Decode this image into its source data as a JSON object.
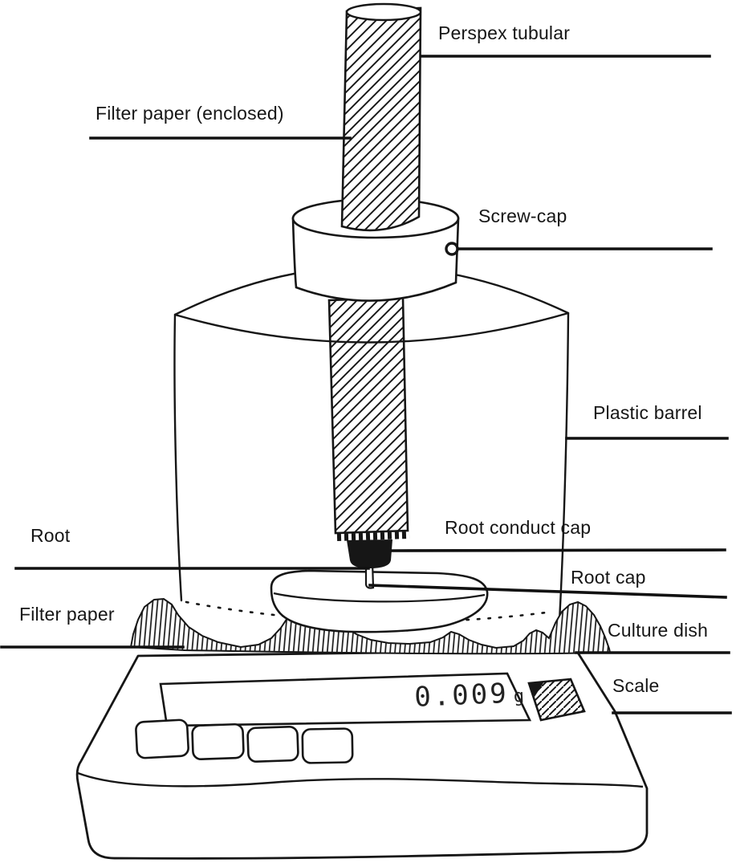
{
  "diagram": {
    "type": "hand-drawn apparatus diagram",
    "labels": {
      "perspex_tubular": "Perspex tubular",
      "filter_paper_enclosed": "Filter paper (enclosed)",
      "screw_cap": "Screw-cap",
      "plastic_barrel": "Plastic barrel",
      "root": "Root",
      "root_conduct_cap": "Root conduct cap",
      "root_cap": "Root cap",
      "filter_paper": "Filter paper",
      "culture_dish": "Culture dish",
      "scale": "Scale"
    },
    "scale_display": {
      "value": "0.009",
      "unit": "g"
    },
    "colors": {
      "ink": "#161616",
      "background": "#ffffff"
    }
  }
}
